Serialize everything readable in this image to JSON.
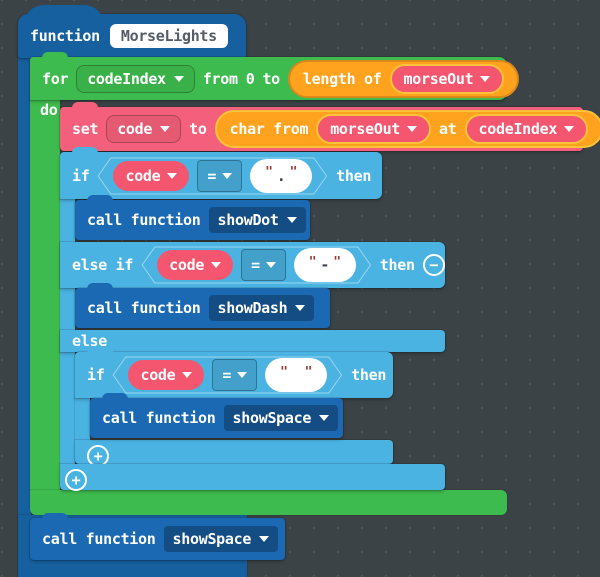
{
  "workspace": {
    "background_color": "#3B4347"
  },
  "function_def": {
    "keyword": "function",
    "name": "MorseLights",
    "color": "#17609F"
  },
  "for_loop": {
    "color": "#3EBB4E",
    "for_label": "for",
    "variable": "codeIndex",
    "from_label": "from",
    "start_value": "0",
    "to_label": "to",
    "length_of": {
      "color": "#FFA21E",
      "label": "length of",
      "variable": "morseOut"
    },
    "do_label": "do"
  },
  "set_block": {
    "color": "#F4607B",
    "set_label": "set",
    "variable": "code",
    "to_label": "to",
    "char_from": {
      "color": "#FFA21E",
      "char_from_label": "char from",
      "string_variable": "morseOut",
      "at_label": "at",
      "index_variable": "codeIndex"
    }
  },
  "if_block": {
    "color": "#4AB3E2",
    "if_label": "if",
    "then_label": "then",
    "branch1": {
      "variable": "code",
      "operator": "=",
      "value": "."
    },
    "call_showdot": {
      "color": "#1A69B2",
      "label": "call function",
      "function": "showDot"
    },
    "else_if_label": "else if",
    "branch2": {
      "variable": "code",
      "operator": "=",
      "value": "-",
      "then_label": "then"
    },
    "call_showdash": {
      "label": "call function",
      "function": "showDash"
    },
    "else_label": "else",
    "nested_if": {
      "if_label": "if",
      "condition": {
        "variable": "code",
        "operator": "=",
        "value": " "
      },
      "then_label": "then",
      "call_showspace": {
        "label": "call function",
        "function": "showSpace"
      }
    }
  },
  "call_showspace_bottom": {
    "label": "call function",
    "function": "showSpace"
  },
  "glyphs": {
    "quote": "\"",
    "plus": "+",
    "minus": "−"
  }
}
